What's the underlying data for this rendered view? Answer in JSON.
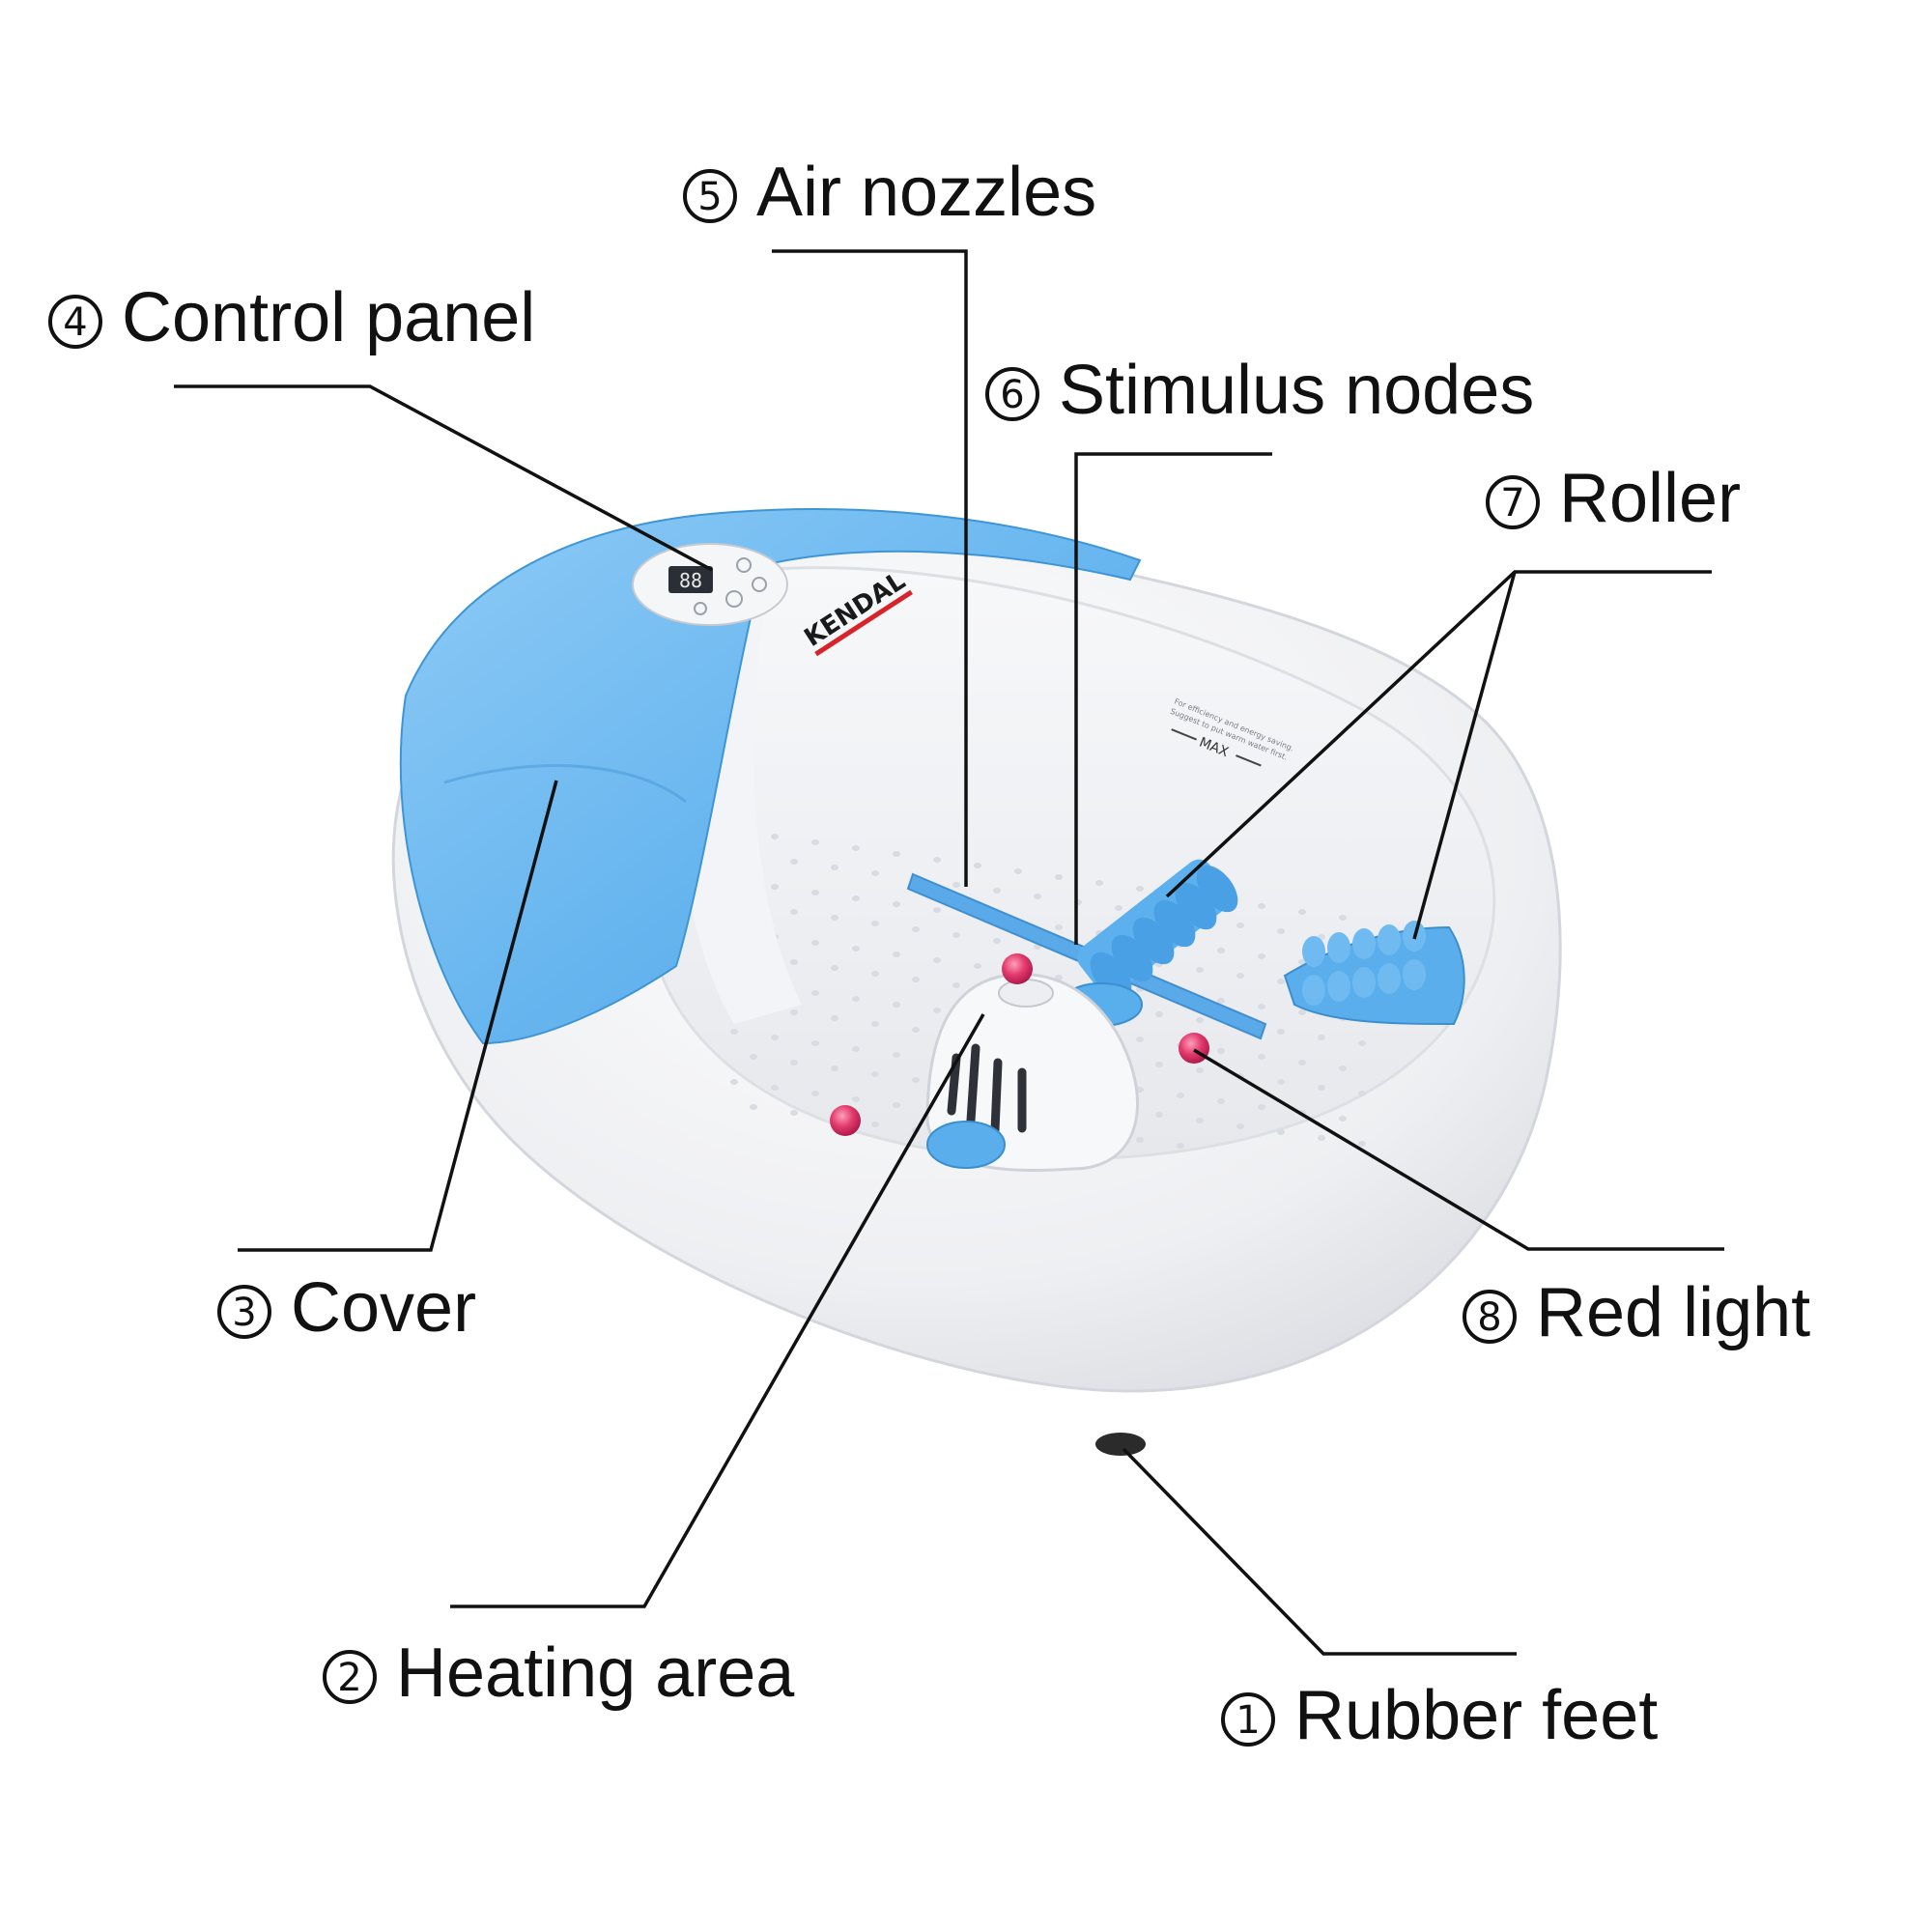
{
  "product": {
    "brand": "KENDAL",
    "display_text": "88",
    "max_mark": "MAX",
    "max_note_line1": "For efficiency and energy saving.",
    "max_note_line2": "Suggest to put warm water first."
  },
  "callouts": [
    {
      "num": "1",
      "text": "Rubber feet"
    },
    {
      "num": "2",
      "text": "Heating area"
    },
    {
      "num": "3",
      "text": "Cover"
    },
    {
      "num": "4",
      "text": "Control panel"
    },
    {
      "num": "5",
      "text": "Air nozzles"
    },
    {
      "num": "6",
      "text": "Stimulus nodes"
    },
    {
      "num": "7",
      "text": "Roller"
    },
    {
      "num": "8",
      "text": "Red light"
    }
  ]
}
